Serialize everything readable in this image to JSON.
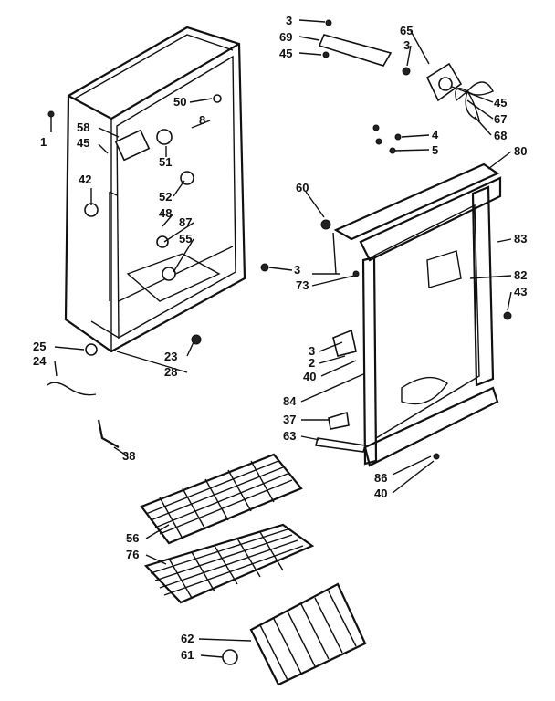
{
  "diagram": {
    "labels": [
      {
        "id": "3a",
        "text": "3"
      },
      {
        "id": "69",
        "text": "69"
      },
      {
        "id": "45a",
        "text": "45"
      },
      {
        "id": "65",
        "text": "65"
      },
      {
        "id": "3b",
        "text": "3"
      },
      {
        "id": "45b",
        "text": "45"
      },
      {
        "id": "67",
        "text": "67"
      },
      {
        "id": "68",
        "text": "68"
      },
      {
        "id": "4",
        "text": "4"
      },
      {
        "id": "5",
        "text": "5"
      },
      {
        "id": "80",
        "text": "80"
      },
      {
        "id": "1",
        "text": "1"
      },
      {
        "id": "50",
        "text": "50"
      },
      {
        "id": "8",
        "text": "8"
      },
      {
        "id": "58",
        "text": "58"
      },
      {
        "id": "45c",
        "text": "45"
      },
      {
        "id": "51",
        "text": "51"
      },
      {
        "id": "52",
        "text": "52"
      },
      {
        "id": "42",
        "text": "42"
      },
      {
        "id": "48",
        "text": "48"
      },
      {
        "id": "87",
        "text": "87"
      },
      {
        "id": "55",
        "text": "55"
      },
      {
        "id": "60",
        "text": "60"
      },
      {
        "id": "3c",
        "text": "3"
      },
      {
        "id": "73",
        "text": "73"
      },
      {
        "id": "83",
        "text": "83"
      },
      {
        "id": "82",
        "text": "82"
      },
      {
        "id": "43",
        "text": "43"
      },
      {
        "id": "25",
        "text": "25"
      },
      {
        "id": "24",
        "text": "24"
      },
      {
        "id": "23",
        "text": "23"
      },
      {
        "id": "28",
        "text": "28"
      },
      {
        "id": "3d",
        "text": "3"
      },
      {
        "id": "2",
        "text": "2"
      },
      {
        "id": "40a",
        "text": "40"
      },
      {
        "id": "84",
        "text": "84"
      },
      {
        "id": "37",
        "text": "37"
      },
      {
        "id": "63",
        "text": "63"
      },
      {
        "id": "38",
        "text": "38"
      },
      {
        "id": "86",
        "text": "86"
      },
      {
        "id": "40b",
        "text": "40"
      },
      {
        "id": "56",
        "text": "56"
      },
      {
        "id": "76",
        "text": "76"
      },
      {
        "id": "62",
        "text": "62"
      },
      {
        "id": "61",
        "text": "61"
      }
    ]
  }
}
